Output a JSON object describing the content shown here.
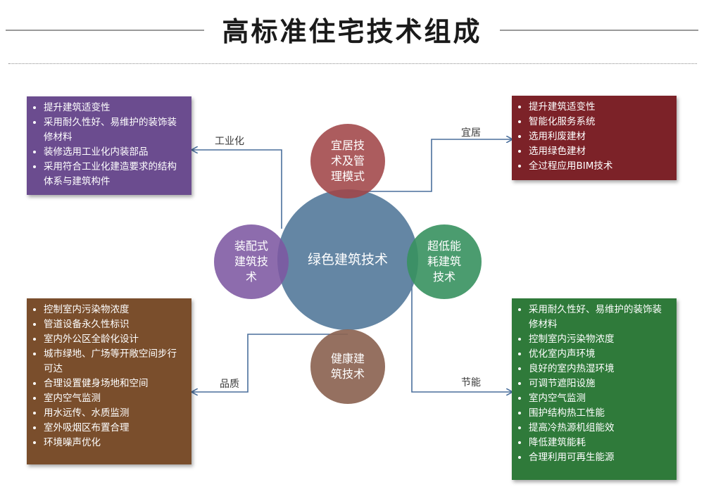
{
  "title": "高标准住宅技术组成",
  "center": "绿色建筑技术",
  "circles": {
    "top": "宜居技\n术及管\n理模式",
    "left": "装配式\n建筑技\n术",
    "right": "超低能\n耗建筑\n技术",
    "bottom": "健康建\n筑技术"
  },
  "labels": {
    "industrial": "工业化",
    "livable": "宜居",
    "quality": "品质",
    "energy": "节能"
  },
  "boxes": {
    "top_left": [
      "提升建筑适变性",
      "采用耐久性好、易维护的装饰装修材料",
      "装修选用工业化内装部品",
      "采用符合工业化建造要求的结构体系与建筑构件"
    ],
    "top_right": [
      "提升建筑适变性",
      "智能化服务系统",
      "选用利废建材",
      "选用绿色建材",
      "全过程应用BIM技术"
    ],
    "bottom_left": [
      "控制室内污染物浓度",
      "管道设备永久性标识",
      "室内外公区全龄化设计",
      "城市绿地、广场等开敞空间步行可达",
      "合理设置健身场地和空间",
      "室内空气监测",
      "用水远传、水质监测",
      "室外吸烟区布置合理",
      "环境噪声优化"
    ],
    "bottom_right": [
      "采用耐久性好、易维护的装饰装修材料",
      "控制室内污染物浓度",
      "优化室内声环境",
      "良好的室内热湿环境",
      "可调节遮阳设施",
      "室内空气监测",
      "围护结构热工性能",
      "提高冷热源机组能效",
      "降低建筑能耗",
      "合理利用可再生能源"
    ]
  },
  "colors": {
    "center": "#5a7e9e",
    "top_circle": "#a04648",
    "left_circle": "#7d58a2",
    "right_circle": "#37915f",
    "bottom_circle": "#8c6452",
    "box_top_left": "#6b4c8f",
    "box_top_right": "#7c2228",
    "box_bottom_left": "#7a4e2c",
    "box_bottom_right": "#2f7a3a",
    "connector": "#4a6f9c"
  }
}
